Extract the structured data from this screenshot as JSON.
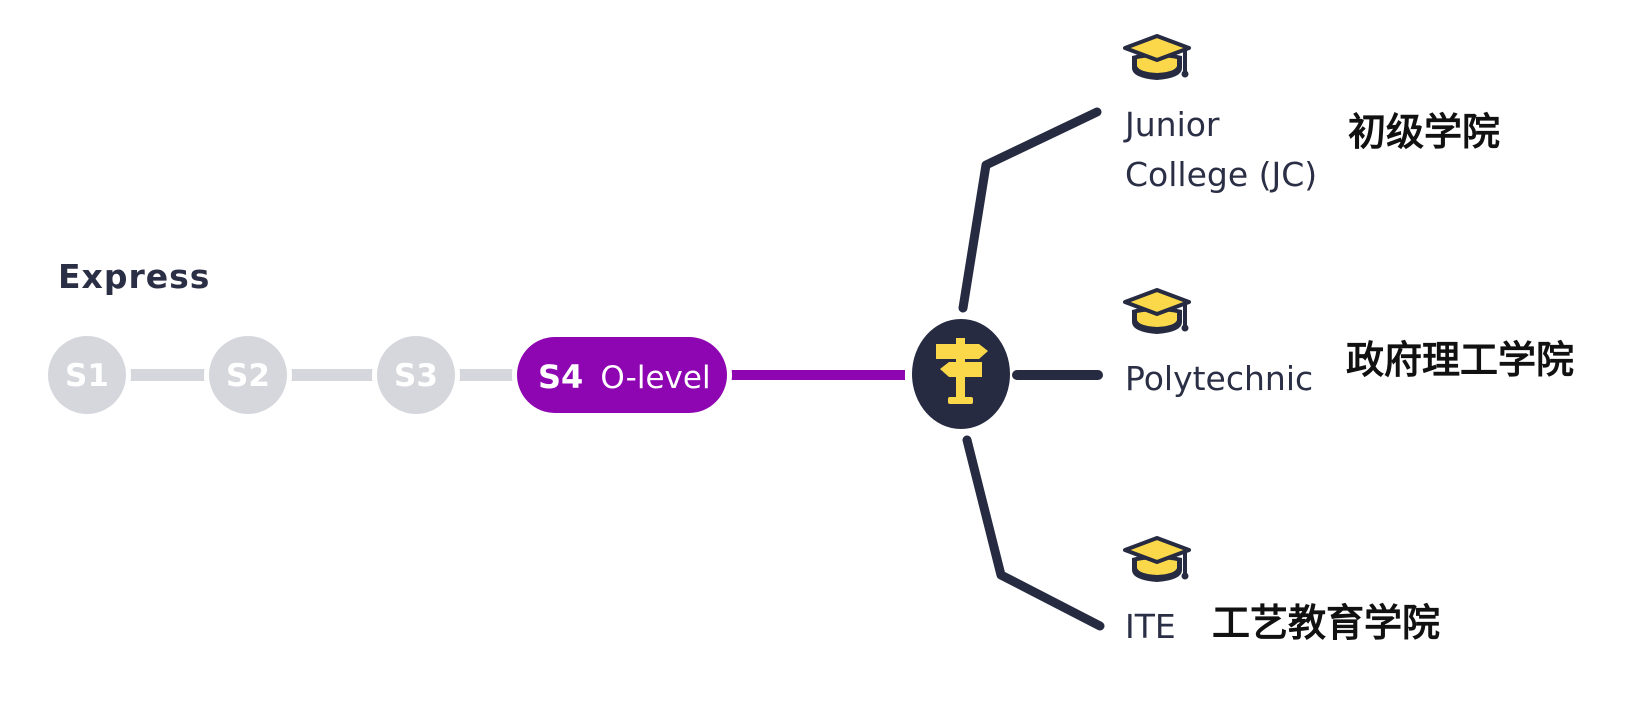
{
  "stream": {
    "title": "Express"
  },
  "stages": [
    {
      "label": "S1"
    },
    {
      "label": "S2"
    },
    {
      "label": "S3"
    }
  ],
  "current_stage": {
    "label_strong": "S4",
    "label_rest": "O-level"
  },
  "destinations": [
    {
      "label_line1": "Junior",
      "label_line2": "College (JC)",
      "label_zh": "初级学院",
      "icon": "graduation-cap-icon"
    },
    {
      "label_line1": "Polytechnic",
      "label_zh": "政府理工学院",
      "icon": "graduation-cap-icon"
    },
    {
      "label_line1": "ITE",
      "label_zh": "工艺教育学院",
      "icon": "graduation-cap-icon"
    }
  ],
  "junction_icon": "signpost-icon",
  "colors": {
    "inactive_stage": "#d6d7dc",
    "active_stage": "#8e05b2",
    "dark_navy": "#262b41",
    "accent_yellow": "#fbd84a",
    "text_dark": "#2b2f45",
    "text_black": "#111111"
  }
}
